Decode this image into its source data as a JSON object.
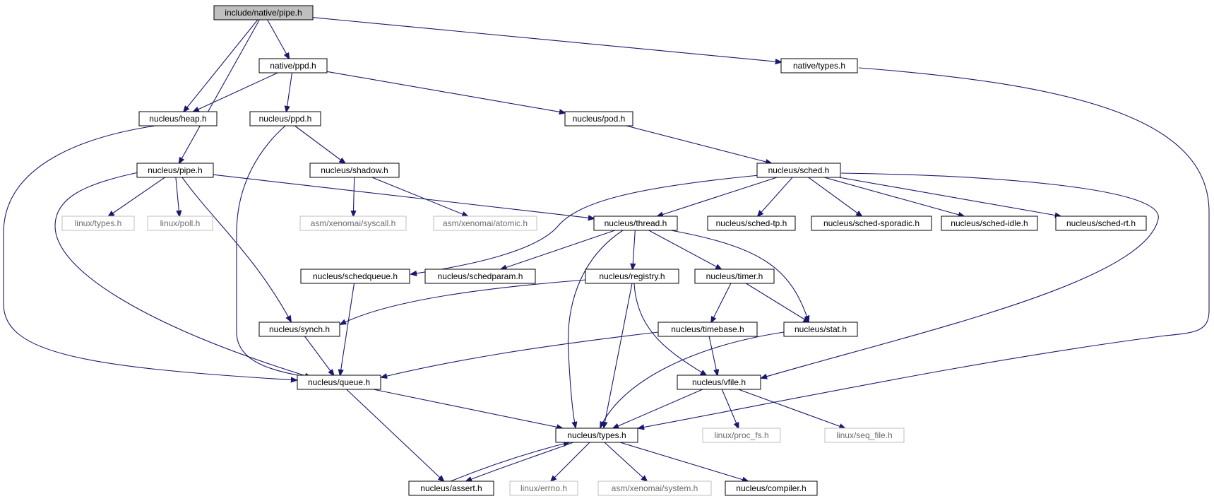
{
  "colors": {
    "edge": "#191970",
    "node_border": "#000000",
    "external_border": "#bfbfbf",
    "external_text": "#6b6b6b",
    "root_fill": "#bfbfbf"
  },
  "nodes": {
    "include_native_pipe_h": {
      "label": "include/native/pipe.h",
      "kind": "root"
    },
    "native_ppd_h": {
      "label": "native/ppd.h",
      "kind": "normal"
    },
    "native_types_h": {
      "label": "native/types.h",
      "kind": "normal"
    },
    "nucleus_heap_h": {
      "label": "nucleus/heap.h",
      "kind": "normal"
    },
    "nucleus_ppd_h": {
      "label": "nucleus/ppd.h",
      "kind": "normal"
    },
    "nucleus_pod_h": {
      "label": "nucleus/pod.h",
      "kind": "normal"
    },
    "nucleus_pipe_h": {
      "label": "nucleus/pipe.h",
      "kind": "normal"
    },
    "nucleus_shadow_h": {
      "label": "nucleus/shadow.h",
      "kind": "normal"
    },
    "nucleus_sched_h": {
      "label": "nucleus/sched.h",
      "kind": "normal"
    },
    "linux_types_h": {
      "label": "linux/types.h",
      "kind": "external"
    },
    "linux_poll_h": {
      "label": "linux/poll.h",
      "kind": "external"
    },
    "asm_xenomai_syscall_h": {
      "label": "asm/xenomai/syscall.h",
      "kind": "external"
    },
    "asm_xenomai_atomic_h": {
      "label": "asm/xenomai/atomic.h",
      "kind": "external"
    },
    "nucleus_thread_h": {
      "label": "nucleus/thread.h",
      "kind": "normal"
    },
    "nucleus_sched_tp_h": {
      "label": "nucleus/sched-tp.h",
      "kind": "normal"
    },
    "nucleus_sched_sporadic_h": {
      "label": "nucleus/sched-sporadic.h",
      "kind": "normal"
    },
    "nucleus_sched_idle_h": {
      "label": "nucleus/sched-idle.h",
      "kind": "normal"
    },
    "nucleus_sched_rt_h": {
      "label": "nucleus/sched-rt.h",
      "kind": "normal"
    },
    "nucleus_schedqueue_h": {
      "label": "nucleus/schedqueue.h",
      "kind": "normal"
    },
    "nucleus_schedparam_h": {
      "label": "nucleus/schedparam.h",
      "kind": "normal"
    },
    "nucleus_registry_h": {
      "label": "nucleus/registry.h",
      "kind": "normal"
    },
    "nucleus_timer_h": {
      "label": "nucleus/timer.h",
      "kind": "normal"
    },
    "nucleus_synch_h": {
      "label": "nucleus/synch.h",
      "kind": "normal"
    },
    "nucleus_timebase_h": {
      "label": "nucleus/timebase.h",
      "kind": "normal"
    },
    "nucleus_stat_h": {
      "label": "nucleus/stat.h",
      "kind": "normal"
    },
    "nucleus_queue_h": {
      "label": "nucleus/queue.h",
      "kind": "normal"
    },
    "nucleus_vfile_h": {
      "label": "nucleus/vfile.h",
      "kind": "normal"
    },
    "nucleus_types_h": {
      "label": "nucleus/types.h",
      "kind": "normal"
    },
    "linux_proc_fs_h": {
      "label": "linux/proc_fs.h",
      "kind": "external"
    },
    "linux_seq_file_h": {
      "label": "linux/seq_file.h",
      "kind": "external"
    },
    "nucleus_assert_h": {
      "label": "nucleus/assert.h",
      "kind": "normal"
    },
    "linux_errno_h": {
      "label": "linux/errno.h",
      "kind": "external"
    },
    "asm_xenomai_system_h": {
      "label": "asm/xenomai/system.h",
      "kind": "external"
    },
    "nucleus_compiler_h": {
      "label": "nucleus/compiler.h",
      "kind": "normal"
    }
  },
  "edges": [
    {
      "from": "include_native_pipe_h",
      "to": "native_ppd_h"
    },
    {
      "from": "include_native_pipe_h",
      "to": "native_types_h"
    },
    {
      "from": "include_native_pipe_h",
      "to": "nucleus_heap_h"
    },
    {
      "from": "include_native_pipe_h",
      "to": "nucleus_pipe_h"
    },
    {
      "from": "native_ppd_h",
      "to": "nucleus_heap_h"
    },
    {
      "from": "native_ppd_h",
      "to": "nucleus_ppd_h"
    },
    {
      "from": "native_ppd_h",
      "to": "nucleus_pod_h"
    },
    {
      "from": "native_types_h",
      "to": "nucleus_types_h"
    },
    {
      "from": "nucleus_heap_h",
      "to": "nucleus_queue_h"
    },
    {
      "from": "nucleus_ppd_h",
      "to": "nucleus_shadow_h"
    },
    {
      "from": "nucleus_ppd_h",
      "to": "nucleus_queue_h"
    },
    {
      "from": "nucleus_pod_h",
      "to": "nucleus_sched_h"
    },
    {
      "from": "nucleus_pipe_h",
      "to": "linux_types_h"
    },
    {
      "from": "nucleus_pipe_h",
      "to": "linux_poll_h"
    },
    {
      "from": "nucleus_pipe_h",
      "to": "nucleus_thread_h"
    },
    {
      "from": "nucleus_pipe_h",
      "to": "nucleus_synch_h"
    },
    {
      "from": "nucleus_pipe_h",
      "to": "nucleus_queue_h"
    },
    {
      "from": "nucleus_shadow_h",
      "to": "asm_xenomai_syscall_h"
    },
    {
      "from": "nucleus_shadow_h",
      "to": "asm_xenomai_atomic_h"
    },
    {
      "from": "nucleus_sched_h",
      "to": "nucleus_thread_h"
    },
    {
      "from": "nucleus_sched_h",
      "to": "nucleus_sched_tp_h"
    },
    {
      "from": "nucleus_sched_h",
      "to": "nucleus_sched_sporadic_h"
    },
    {
      "from": "nucleus_sched_h",
      "to": "nucleus_sched_idle_h"
    },
    {
      "from": "nucleus_sched_h",
      "to": "nucleus_sched_rt_h"
    },
    {
      "from": "nucleus_sched_h",
      "to": "nucleus_schedqueue_h"
    },
    {
      "from": "nucleus_sched_h",
      "to": "nucleus_vfile_h"
    },
    {
      "from": "nucleus_thread_h",
      "to": "nucleus_schedparam_h"
    },
    {
      "from": "nucleus_thread_h",
      "to": "nucleus_registry_h"
    },
    {
      "from": "nucleus_thread_h",
      "to": "nucleus_timer_h"
    },
    {
      "from": "nucleus_thread_h",
      "to": "nucleus_stat_h"
    },
    {
      "from": "nucleus_thread_h",
      "to": "nucleus_types_h"
    },
    {
      "from": "nucleus_schedqueue_h",
      "to": "nucleus_queue_h"
    },
    {
      "from": "nucleus_registry_h",
      "to": "nucleus_synch_h"
    },
    {
      "from": "nucleus_registry_h",
      "to": "nucleus_types_h"
    },
    {
      "from": "nucleus_registry_h",
      "to": "nucleus_vfile_h"
    },
    {
      "from": "nucleus_timer_h",
      "to": "nucleus_timebase_h"
    },
    {
      "from": "nucleus_timer_h",
      "to": "nucleus_stat_h"
    },
    {
      "from": "nucleus_synch_h",
      "to": "nucleus_queue_h"
    },
    {
      "from": "nucleus_timebase_h",
      "to": "nucleus_queue_h"
    },
    {
      "from": "nucleus_timebase_h",
      "to": "nucleus_vfile_h"
    },
    {
      "from": "nucleus_stat_h",
      "to": "nucleus_types_h"
    },
    {
      "from": "nucleus_queue_h",
      "to": "nucleus_types_h"
    },
    {
      "from": "nucleus_queue_h",
      "to": "nucleus_assert_h"
    },
    {
      "from": "nucleus_vfile_h",
      "to": "nucleus_types_h"
    },
    {
      "from": "nucleus_vfile_h",
      "to": "linux_proc_fs_h"
    },
    {
      "from": "nucleus_vfile_h",
      "to": "linux_seq_file_h"
    },
    {
      "from": "nucleus_types_h",
      "to": "nucleus_assert_h"
    },
    {
      "from": "nucleus_types_h",
      "to": "linux_errno_h"
    },
    {
      "from": "nucleus_types_h",
      "to": "asm_xenomai_system_h"
    },
    {
      "from": "nucleus_types_h",
      "to": "nucleus_compiler_h"
    },
    {
      "from": "nucleus_assert_h",
      "to": "nucleus_types_h"
    }
  ]
}
